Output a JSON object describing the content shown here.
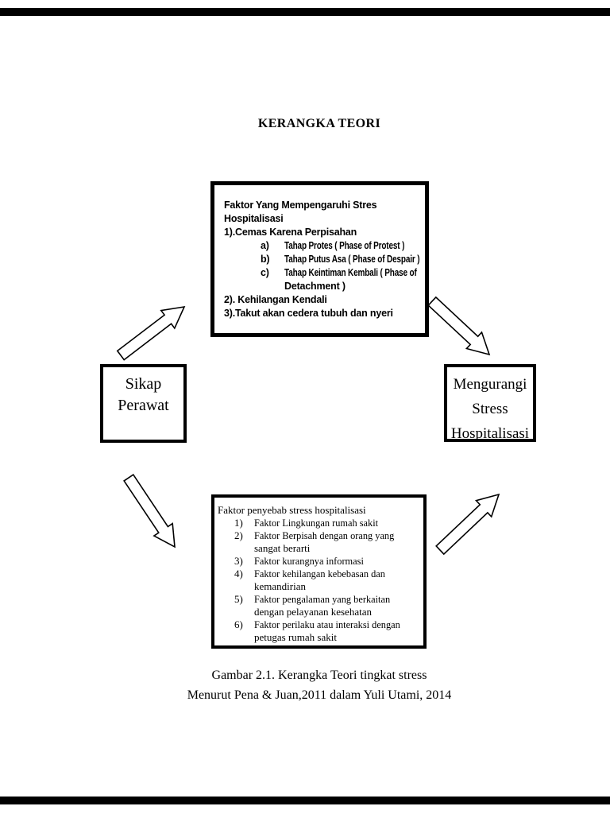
{
  "page": {
    "title": "KERANGKA TEORI"
  },
  "diagram": {
    "top_box": {
      "lines": [
        {
          "t": "Faktor Yang Mempengaruhi Stres"
        },
        {
          "t": "Hospitalisasi"
        },
        {
          "t": "1).Cemas Karena Perpisahan"
        },
        {
          "m": "a)",
          "t": "Tahap Protes ( Phase of Protest )"
        },
        {
          "m": "b)",
          "t": "Tahap Putus Asa ( Phase of Despair )"
        },
        {
          "m": "c)",
          "t": "Tahap Keintiman Kembali ( Phase of"
        },
        {
          "t": "Detachment )"
        },
        {
          "t": "2). Kehilangan Kendali"
        },
        {
          "t": "3).Takut akan cedera tubuh dan nyeri"
        }
      ]
    },
    "left_box": {
      "lines": [
        "Sikap",
        "Perawat"
      ]
    },
    "right_box": {
      "lines": [
        "Mengurangi",
        "Stress",
        "Hospitalisasi"
      ]
    },
    "bottom_box": {
      "lines": [
        {
          "t": "Faktor penyebab stress hospitalisasi"
        },
        {
          "m": "1)",
          "t": "Faktor Lingkungan rumah sakit"
        },
        {
          "m": "2)",
          "t": "Faktor Berpisah dengan orang yang"
        },
        {
          "t": "sangat berarti"
        },
        {
          "m": "3)",
          "t": "Faktor kurangnya informasi"
        },
        {
          "m": "4)",
          "t": "Faktor kehilangan kebebasan dan"
        },
        {
          "t": "kemandirian"
        },
        {
          "m": "5)",
          "t": "Faktor pengalaman yang berkaitan"
        },
        {
          "t": "dengan pelayanan kesehatan"
        },
        {
          "m": "6)",
          "t": "Faktor perilaku atau interaksi dengan"
        },
        {
          "t": "petugas rumah sakit"
        }
      ]
    }
  },
  "caption": {
    "line1": "Gambar 2.1. Kerangka Teori tingkat stress",
    "line2": "Menurut Pena & Juan,2011 dalam Yuli Utami, 2014"
  },
  "colors": {
    "ink": "#000000",
    "paper": "#ffffff"
  }
}
